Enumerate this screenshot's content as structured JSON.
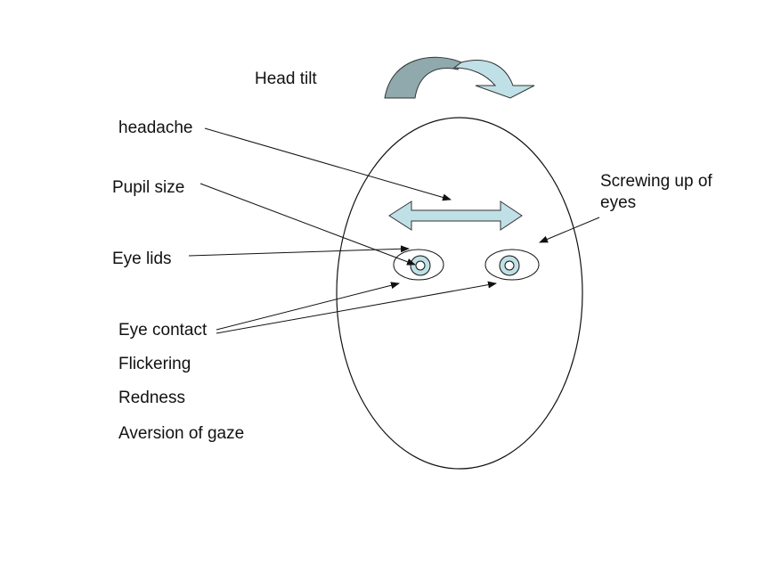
{
  "labels": {
    "head_tilt": "Head tilt",
    "headache": "headache",
    "pupil_size": "Pupil size",
    "eye_lids": "Eye lids",
    "eye_contact": "Eye contact",
    "flickering": "Flickering",
    "redness": "Redness",
    "aversion_of_gaze": "Aversion of gaze",
    "screwing_up_of_eyes": "Screwing up of eyes"
  },
  "colors": {
    "arrow_fill_light": "#bfe0e6",
    "arrow_fill_dark": "#8fa9ad",
    "iris_fill": "#bfe0e6",
    "line": "#111111"
  }
}
